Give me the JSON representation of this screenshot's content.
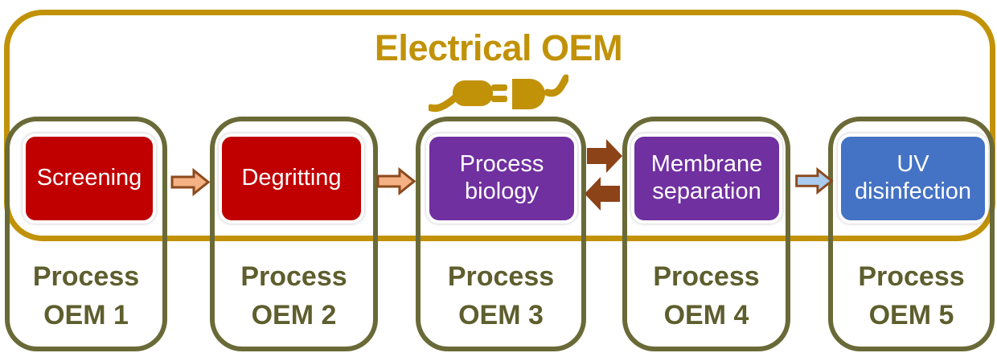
{
  "diagram": {
    "title": "Electrical OEM",
    "icon": "power-plug-icon"
  },
  "colors": {
    "gold": "#C19208",
    "olive_border": "#6A6A38",
    "olive_text": "#5E5E2E",
    "box_text": "#FFFFFF",
    "red_box": "#C00000",
    "purple_box": "#7030A0",
    "blue_box": "#4472C4"
  },
  "process_boxes": [
    {
      "label": "Screening",
      "color": "#C00000"
    },
    {
      "label": "Degritting",
      "color": "#C00000"
    },
    {
      "label": "Process biology",
      "color": "#7030A0"
    },
    {
      "label": "Membrane separation",
      "color": "#7030A0"
    },
    {
      "label": "UV disinfection",
      "color": "#4472C4"
    }
  ],
  "oem_labels": [
    {
      "line1": "Process",
      "line2": "OEM 1"
    },
    {
      "line1": "Process",
      "line2": "OEM 2"
    },
    {
      "line1": "Process",
      "line2": "OEM 3"
    },
    {
      "line1": "Process",
      "line2": "OEM 4"
    },
    {
      "line1": "Process",
      "line2": "OEM 5"
    }
  ],
  "arrows": [
    {
      "name": "flow-arrow-1",
      "direction": "right",
      "fill": "#F4B183",
      "stroke": "#8C4A1D"
    },
    {
      "name": "flow-arrow-2",
      "direction": "right",
      "fill": "#F4B183",
      "stroke": "#8C4A1D"
    },
    {
      "name": "recycle-arrow-forward",
      "direction": "right",
      "fill": "#8C4318",
      "stroke": "none"
    },
    {
      "name": "recycle-arrow-return",
      "direction": "left",
      "fill": "#8C4318",
      "stroke": "none"
    },
    {
      "name": "flow-arrow-3",
      "direction": "right",
      "fill": "#A9CCEE",
      "stroke": "#8C4A1D"
    }
  ]
}
